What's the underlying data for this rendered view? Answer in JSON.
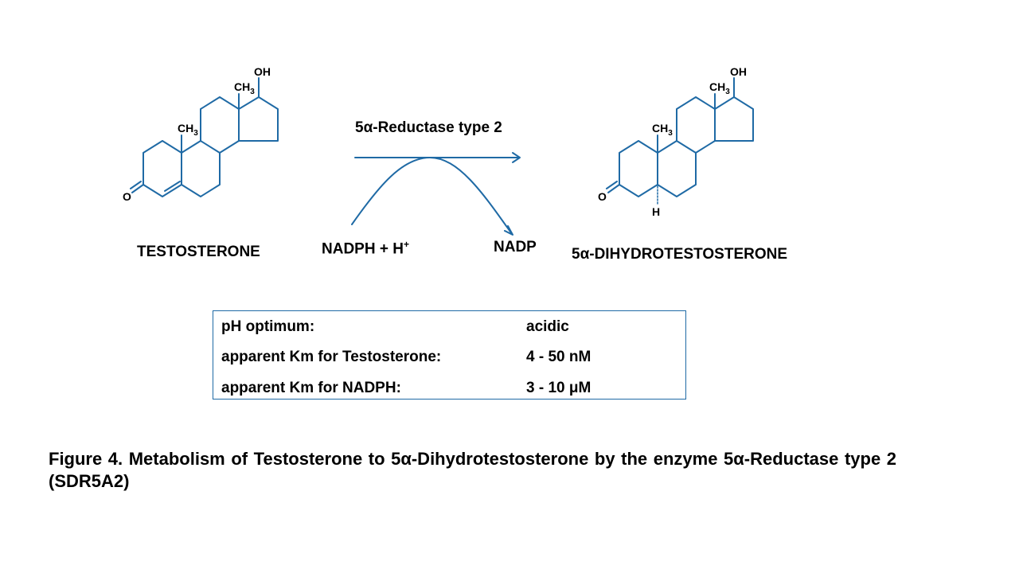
{
  "reaction": {
    "enzyme_label": "5α-Reductase type 2",
    "cofactor_in": "NADPH + H",
    "cofactor_in_sup": "+",
    "cofactor_out": "NADP"
  },
  "substrate": {
    "name": "TESTOSTERONE",
    "oh": "OH",
    "ch3_top": "CH",
    "ch3_top_sub": "3",
    "ch3_mid": "CH",
    "ch3_mid_sub": "3",
    "o": "O"
  },
  "product": {
    "name": "5α-DIHYDROTESTOSTERONE",
    "oh": "OH",
    "ch3_top": "CH",
    "ch3_top_sub": "3",
    "ch3_mid": "CH",
    "ch3_mid_sub": "3",
    "o": "O",
    "h": "H"
  },
  "properties": [
    {
      "label": "pH optimum:",
      "value": "acidic"
    },
    {
      "label": "apparent Km for Testosterone:",
      "value": "4 - 50 nM"
    },
    {
      "label": "apparent Km for NADPH:",
      "value": "3 - 10 μM"
    }
  ],
  "caption": "Figure 4. Metabolism of Testosterone to 5α-Dihydrotestosterone by the enzyme 5α-Reductase type 2 (SDR5A2)",
  "colors": {
    "structure": "#1f6aa5",
    "text": "#000000"
  }
}
